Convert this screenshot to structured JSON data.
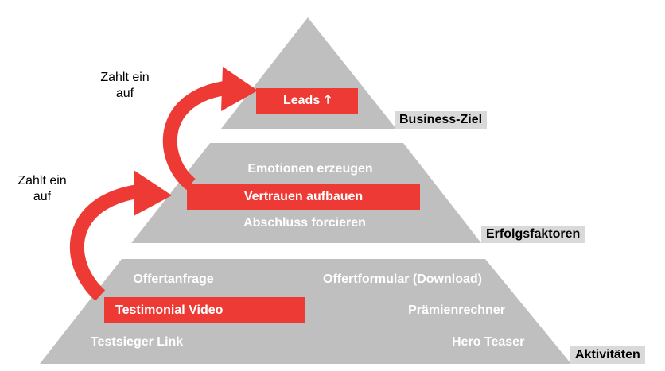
{
  "colors": {
    "pyramid": "#bfbfbf",
    "accent": "#ee3a34",
    "tag_bg": "#d9d9d9"
  },
  "top": {
    "highlight": "Leads",
    "highlight_icon": "arrow-up-icon",
    "tag": "Business-Ziel"
  },
  "middle": {
    "items": [
      "Emotionen erzeugen",
      "Abschluss forcieren"
    ],
    "highlight": "Vertrauen aufbauen",
    "tag": "Erfolgsfaktoren"
  },
  "bottom": {
    "items": [
      "Offertanfrage",
      "Offertformular (Download)",
      "Prämienrechner",
      "Testsieger Link",
      "Hero Teaser"
    ],
    "highlight": "Testimonial Video",
    "tag": "Aktivitäten"
  },
  "arrows": {
    "upper_note_l1": "Zahlt ein",
    "upper_note_l2": "auf",
    "lower_note_l1": "Zahlt ein",
    "lower_note_l2": "auf"
  }
}
